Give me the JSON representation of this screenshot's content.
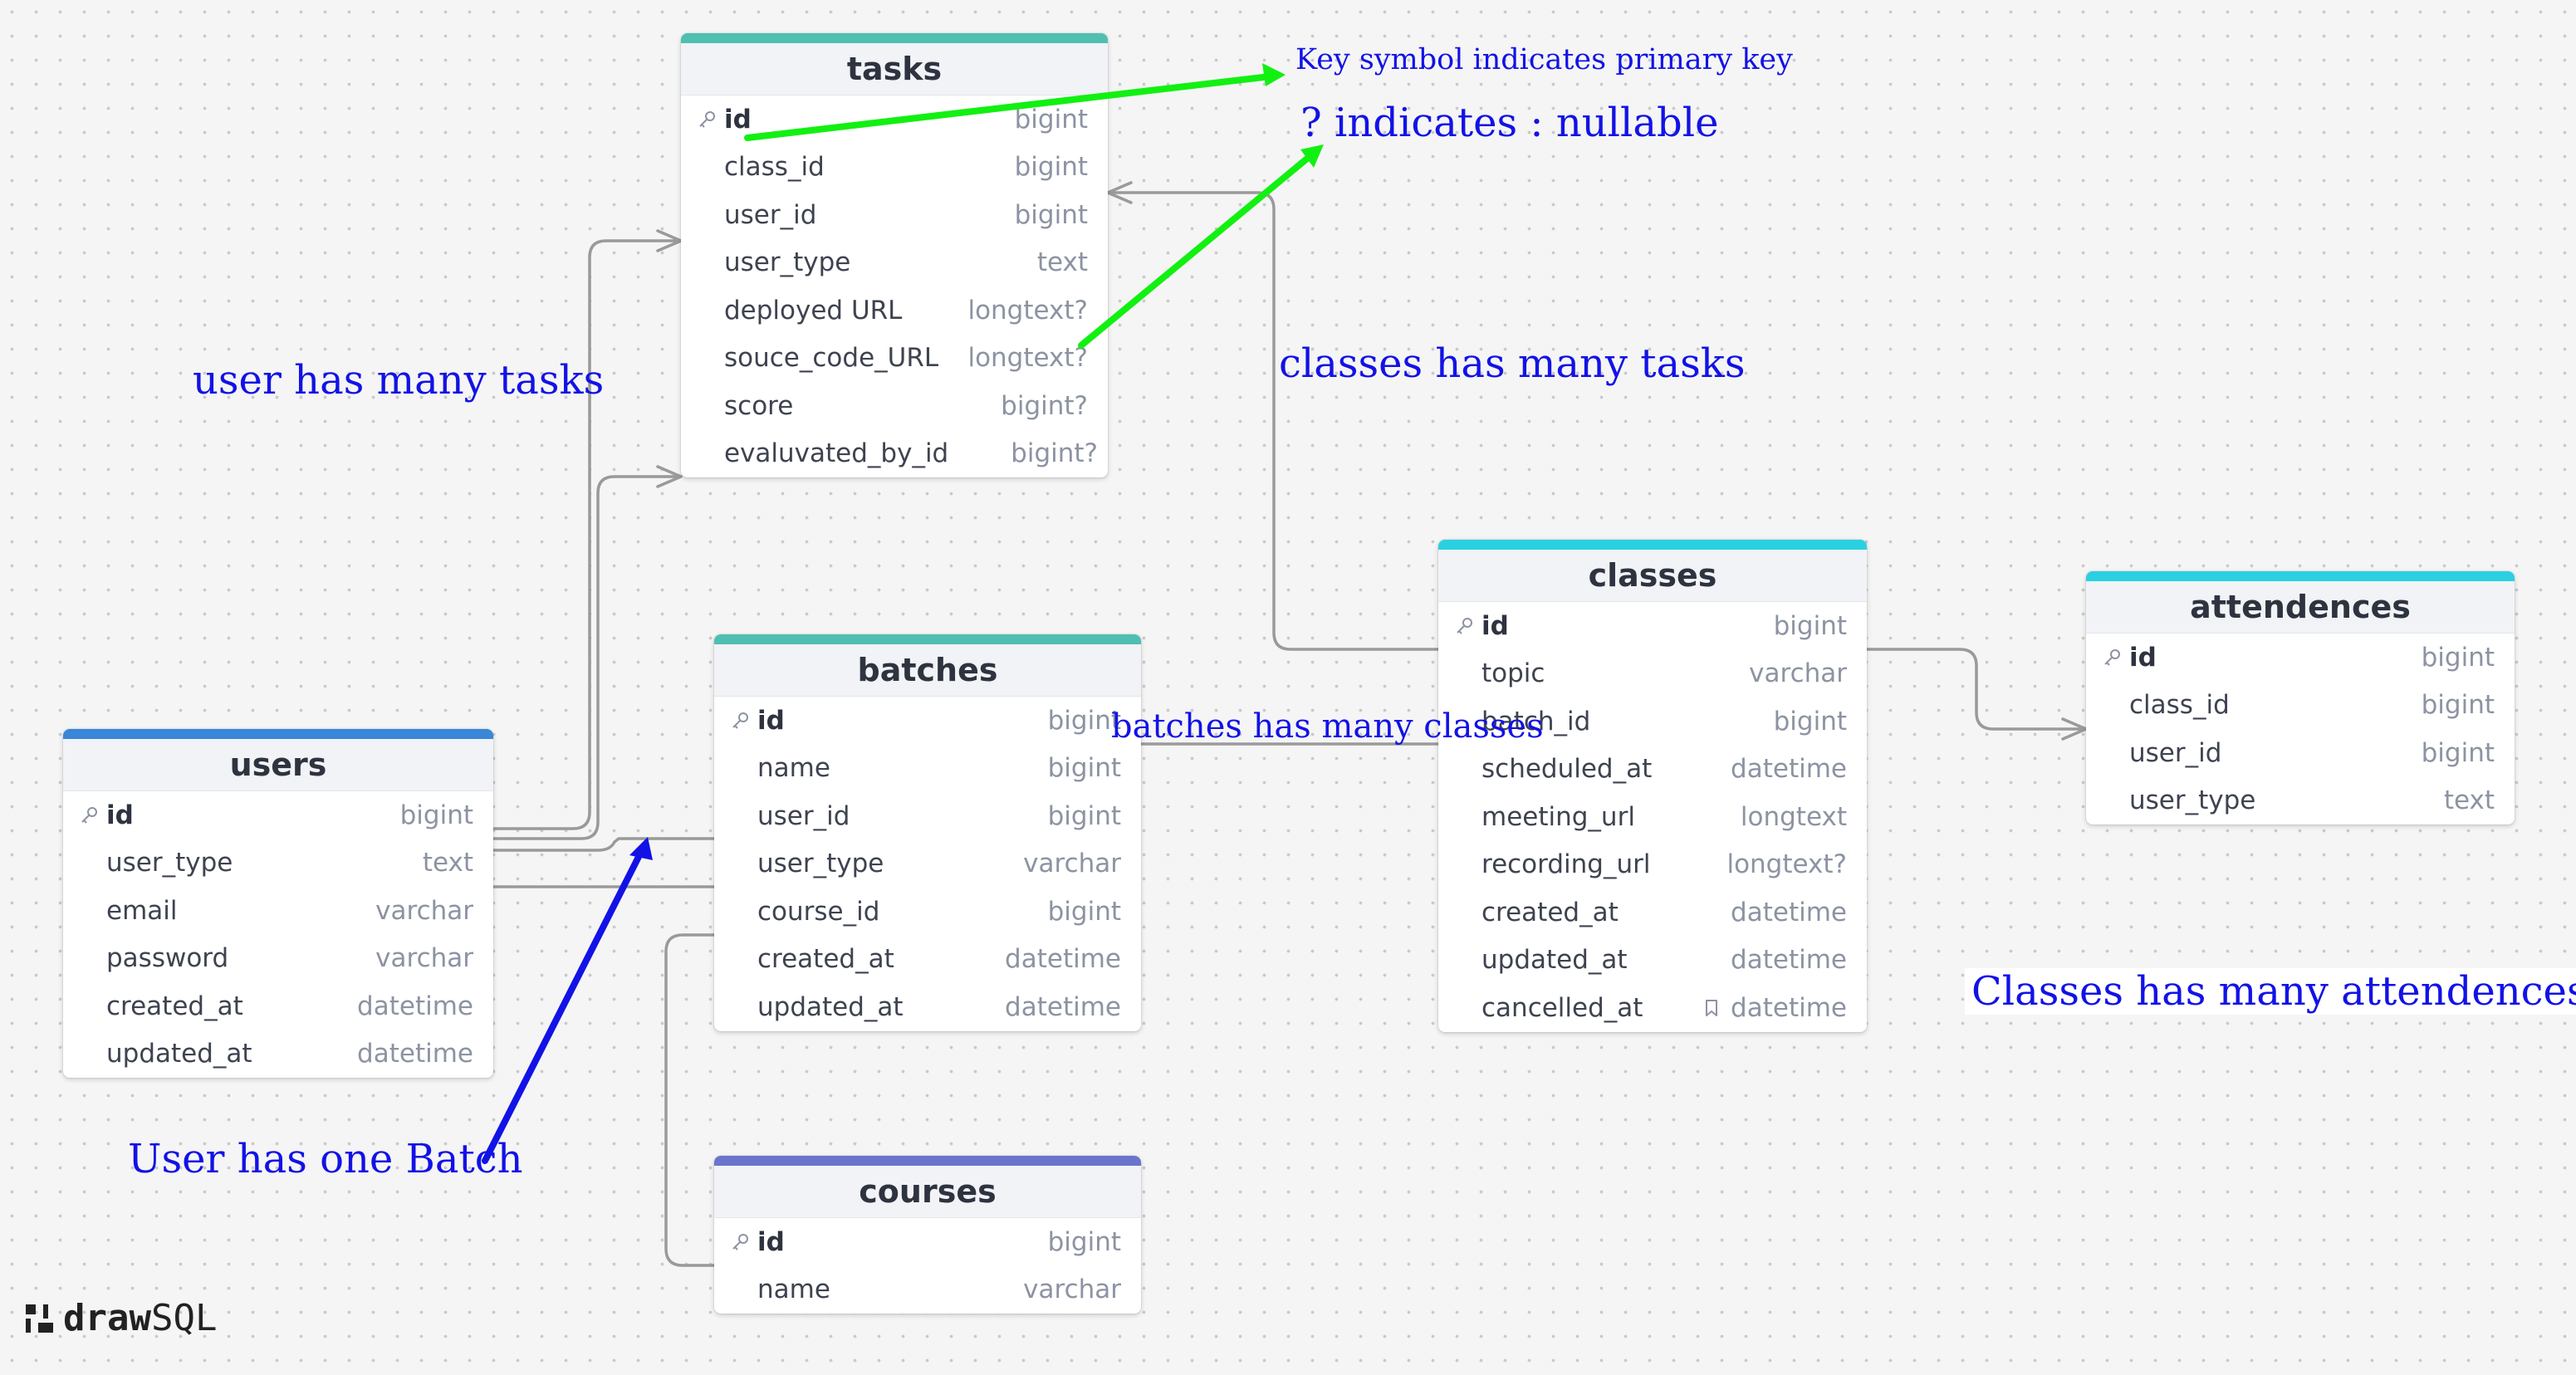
{
  "colors": {
    "teal": "#4fbfb1",
    "blue": "#3a86d8",
    "cyan": "#2ad0e2",
    "indigo": "#6a74cd",
    "annotation_blue": "#1212e6",
    "arrow_green": "#12f012",
    "relation_gray": "#9a9a9a"
  },
  "tables": {
    "tasks": {
      "name": "tasks",
      "columns": [
        {
          "name": "id",
          "type": "bigint"
        },
        {
          "name": "class_id",
          "type": "bigint"
        },
        {
          "name": "user_id",
          "type": "bigint"
        },
        {
          "name": "user_type",
          "type": "text"
        },
        {
          "name": "deployed URL",
          "type": "longtext?"
        },
        {
          "name": "souce_code_URL",
          "type": "longtext?"
        },
        {
          "name": "score",
          "type": "bigint?"
        },
        {
          "name": "evaluvated_by_id",
          "type": "bigint?"
        }
      ]
    },
    "users": {
      "name": "users",
      "columns": [
        {
          "name": "id",
          "type": "bigint"
        },
        {
          "name": "user_type",
          "type": "text"
        },
        {
          "name": "email",
          "type": "varchar"
        },
        {
          "name": "password",
          "type": "varchar"
        },
        {
          "name": "created_at",
          "type": "datetime"
        },
        {
          "name": "updated_at",
          "type": "datetime"
        }
      ]
    },
    "batches": {
      "name": "batches",
      "columns": [
        {
          "name": "id",
          "type": "bigint"
        },
        {
          "name": "name",
          "type": "bigint"
        },
        {
          "name": "user_id",
          "type": "bigint"
        },
        {
          "name": "user_type",
          "type": "varchar"
        },
        {
          "name": "course_id",
          "type": "bigint"
        },
        {
          "name": "created_at",
          "type": "datetime"
        },
        {
          "name": "updated_at",
          "type": "datetime"
        }
      ]
    },
    "courses": {
      "name": "courses",
      "columns": [
        {
          "name": "id",
          "type": "bigint"
        },
        {
          "name": "name",
          "type": "varchar"
        }
      ]
    },
    "classes": {
      "name": "classes",
      "columns": [
        {
          "name": "id",
          "type": "bigint"
        },
        {
          "name": "topic",
          "type": "varchar"
        },
        {
          "name": "batch_id",
          "type": "bigint"
        },
        {
          "name": "scheduled_at",
          "type": "datetime"
        },
        {
          "name": "meeting_url",
          "type": "longtext"
        },
        {
          "name": "recording_url",
          "type": "longtext?"
        },
        {
          "name": "created_at",
          "type": "datetime"
        },
        {
          "name": "updated_at",
          "type": "datetime"
        },
        {
          "name": "cancelled_at",
          "type": "datetime"
        }
      ]
    },
    "attendences": {
      "name": "attendences",
      "columns": [
        {
          "name": "id",
          "type": "bigint"
        },
        {
          "name": "class_id",
          "type": "bigint"
        },
        {
          "name": "user_id",
          "type": "bigint"
        },
        {
          "name": "user_type",
          "type": "text"
        }
      ]
    }
  },
  "annotations": {
    "primary_key": "Key symbol indicates primary key",
    "nullable": "? indicates : nullable",
    "user_tasks": "user has many tasks",
    "classes_tasks": "classes has many tasks",
    "batches_classes": "batches has many classes",
    "user_batch": "User has one Batch",
    "classes_attendences": "Classes has many attendences"
  },
  "logo": {
    "prefix": "draw",
    "suffix": "SQL"
  }
}
